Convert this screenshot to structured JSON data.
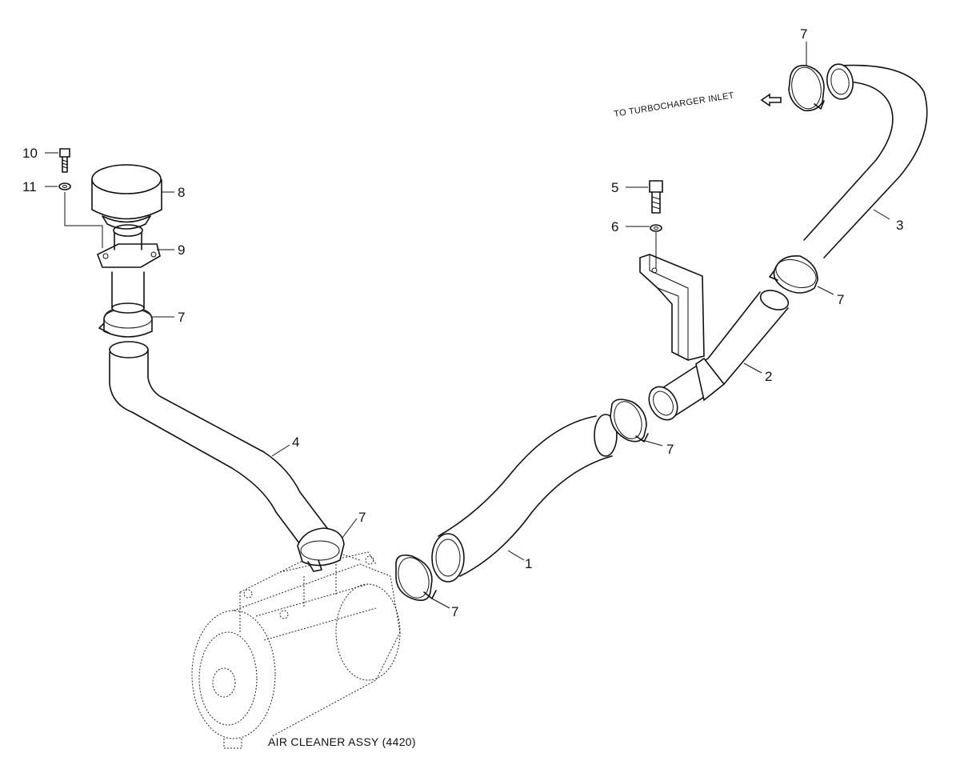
{
  "diagram": {
    "callouts": {
      "c1": "1",
      "c2": "2",
      "c3": "3",
      "c4": "4",
      "c5": "5",
      "c6": "6",
      "c7_top": "7",
      "c7_right": "7",
      "c7_mid": "7",
      "c7_left": "7",
      "c7_ac": "7",
      "c7_low": "7",
      "c8": "8",
      "c9": "9",
      "c10": "10",
      "c11": "11"
    },
    "annotations": {
      "turbo_inlet": "TO TURBOCHARGER INLET",
      "air_cleaner": "AIR CLEANER ASSY (4420)"
    }
  }
}
